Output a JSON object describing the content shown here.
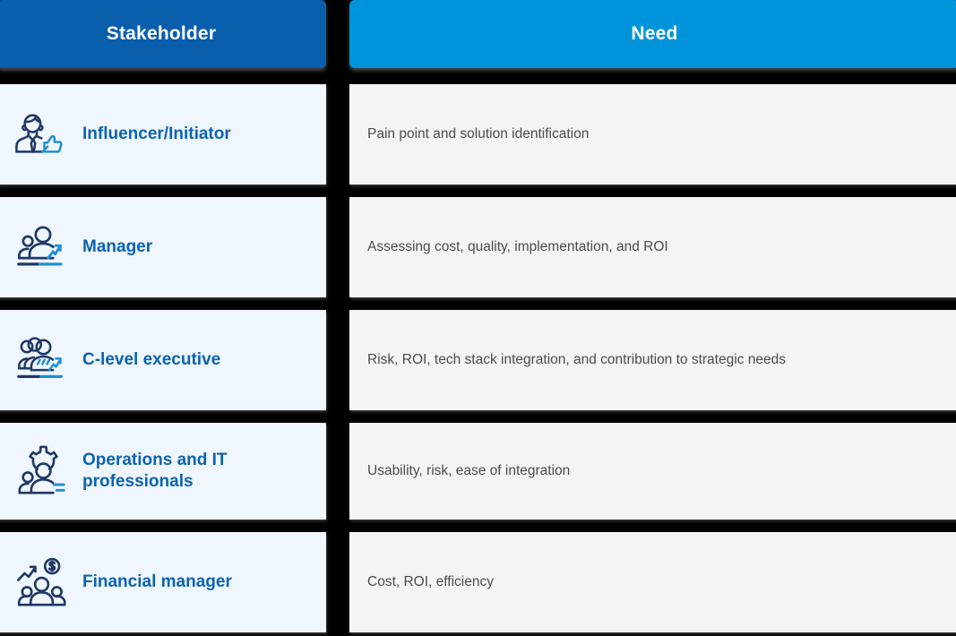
{
  "colors": {
    "header_stakeholder_bg": "#0a5fad",
    "header_need_bg": "#0095da",
    "stakeholder_cell_bg": "#eff6fd",
    "need_cell_bg": "#f4f4f4",
    "label_blue": "#0b63b0",
    "icon_dark": "#1f3864",
    "icon_light": "#1f8fd4",
    "body_text": "#4b4b4b",
    "page_bg": "#000000"
  },
  "header": {
    "stakeholder_label": "Stakeholder",
    "need_label": "Need"
  },
  "rows": [
    {
      "icon": "businessperson-thumbsup-icon",
      "stakeholder": "Influencer/Initiator",
      "need": "Pain point and solution identification"
    },
    {
      "icon": "two-people-growth-arrow-icon",
      "stakeholder": "Manager",
      "need": "Assessing cost, quality, implementation, and ROI"
    },
    {
      "icon": "people-group-growth-arrow-icon",
      "stakeholder": "C-level executive",
      "need": "Risk, ROI, tech stack integration, and contribution to strategic needs"
    },
    {
      "icon": "people-gear-settings-icon",
      "stakeholder_line1": "Operations and IT",
      "stakeholder_line2": "professionals",
      "stakeholder": "Operations and IT professionals",
      "need": "Usability, risk, ease of integration"
    },
    {
      "icon": "people-dollar-growth-icon",
      "stakeholder": "Financial manager",
      "need": "Cost, ROI, efficiency"
    }
  ]
}
